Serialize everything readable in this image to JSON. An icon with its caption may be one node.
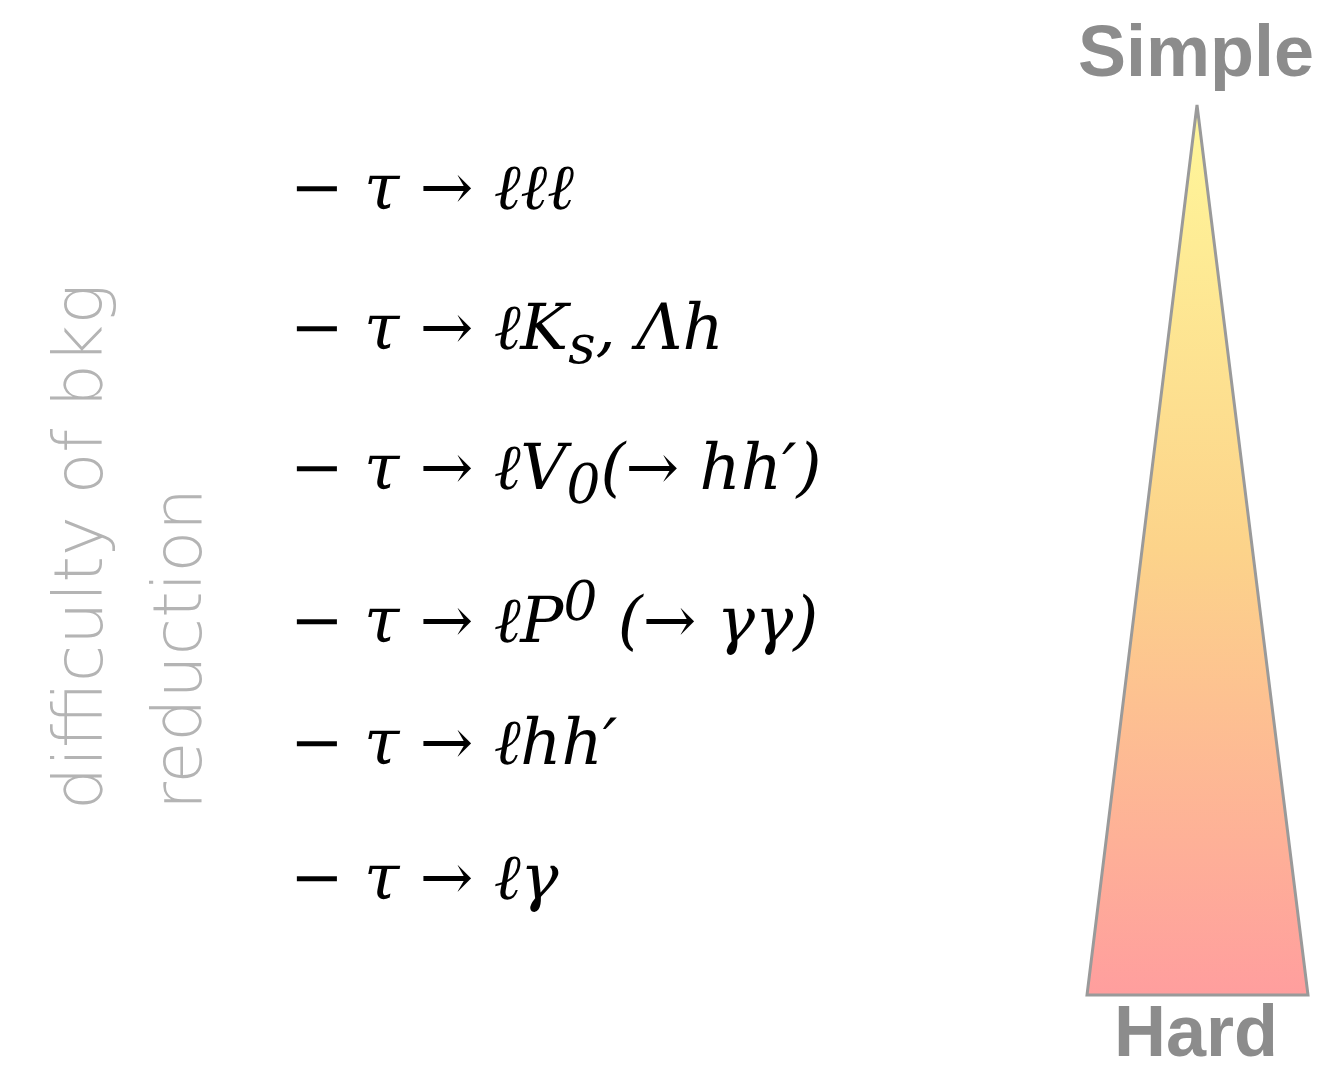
{
  "diagram": {
    "labels": [
      "Simple",
      "difficulty of bkg reduction",
      "− τ → ℓℓℓ",
      "− τ → ℓK$_{s}$, Λh",
      "− τ → ℓV$_{0}$(→ hh′)",
      "− τ → ℓP$^{0}$ (→ γγ)",
      "− τ → ℓhh′",
      "− τ → ℓγ",
      "Hard"
    ]
  }
}
